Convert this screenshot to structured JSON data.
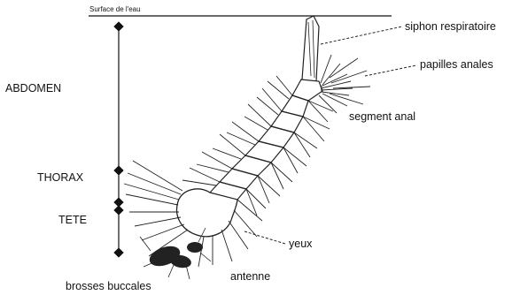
{
  "diagram": {
    "water_surface_label": "Surface de l'eau",
    "left_labels": {
      "abdomen": "ABDOMEN",
      "thorax": "THORAX",
      "tete": "TETE"
    },
    "right_labels": {
      "siphon": "siphon respiratoire",
      "papilles": "papilles anales",
      "segment": "segment anal",
      "yeux": "yeux",
      "antenne": "antenne",
      "brosses": "brosses buccales"
    }
  }
}
